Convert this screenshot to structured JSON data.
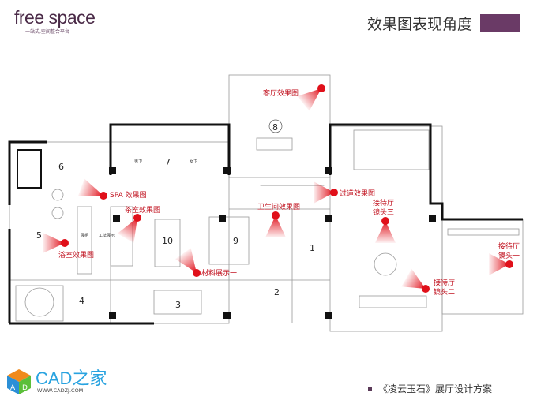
{
  "header": {
    "logo_text": "free space",
    "logo_tagline": "一站式,空间整合平台",
    "title": "效果图表现角度",
    "accent_color": "#6a3a66"
  },
  "plan": {
    "rooms": [
      "1",
      "2",
      "3",
      "4",
      "5",
      "6",
      "7",
      "8",
      "9",
      "10"
    ],
    "small_labels": {
      "male_wc": "男卫",
      "female_wc": "女卫",
      "cabinet": "展柜",
      "craft_display": "工法展示"
    },
    "cameras": [
      {
        "label": "客厅效果图"
      },
      {
        "label": "SPA  效果图"
      },
      {
        "label": "茶室效果图"
      },
      {
        "label": "浴室效果图"
      },
      {
        "label": "材料展示一"
      },
      {
        "label": "卫生间效果图"
      },
      {
        "label": "过道效果图"
      },
      {
        "label": "接待厅",
        "label2": "镜头三"
      },
      {
        "label": "接待厅",
        "label2": "镜头一"
      },
      {
        "label": "接待厅",
        "label2": "镜头二"
      }
    ],
    "camera_color": "#e0101a"
  },
  "footer": {
    "cad_name": "CAD之家",
    "cad_url": "WWW.CADZJ.COM",
    "project": "《凌云玉石》展厅设计方案",
    "bullet_color": "#5a3a58"
  }
}
